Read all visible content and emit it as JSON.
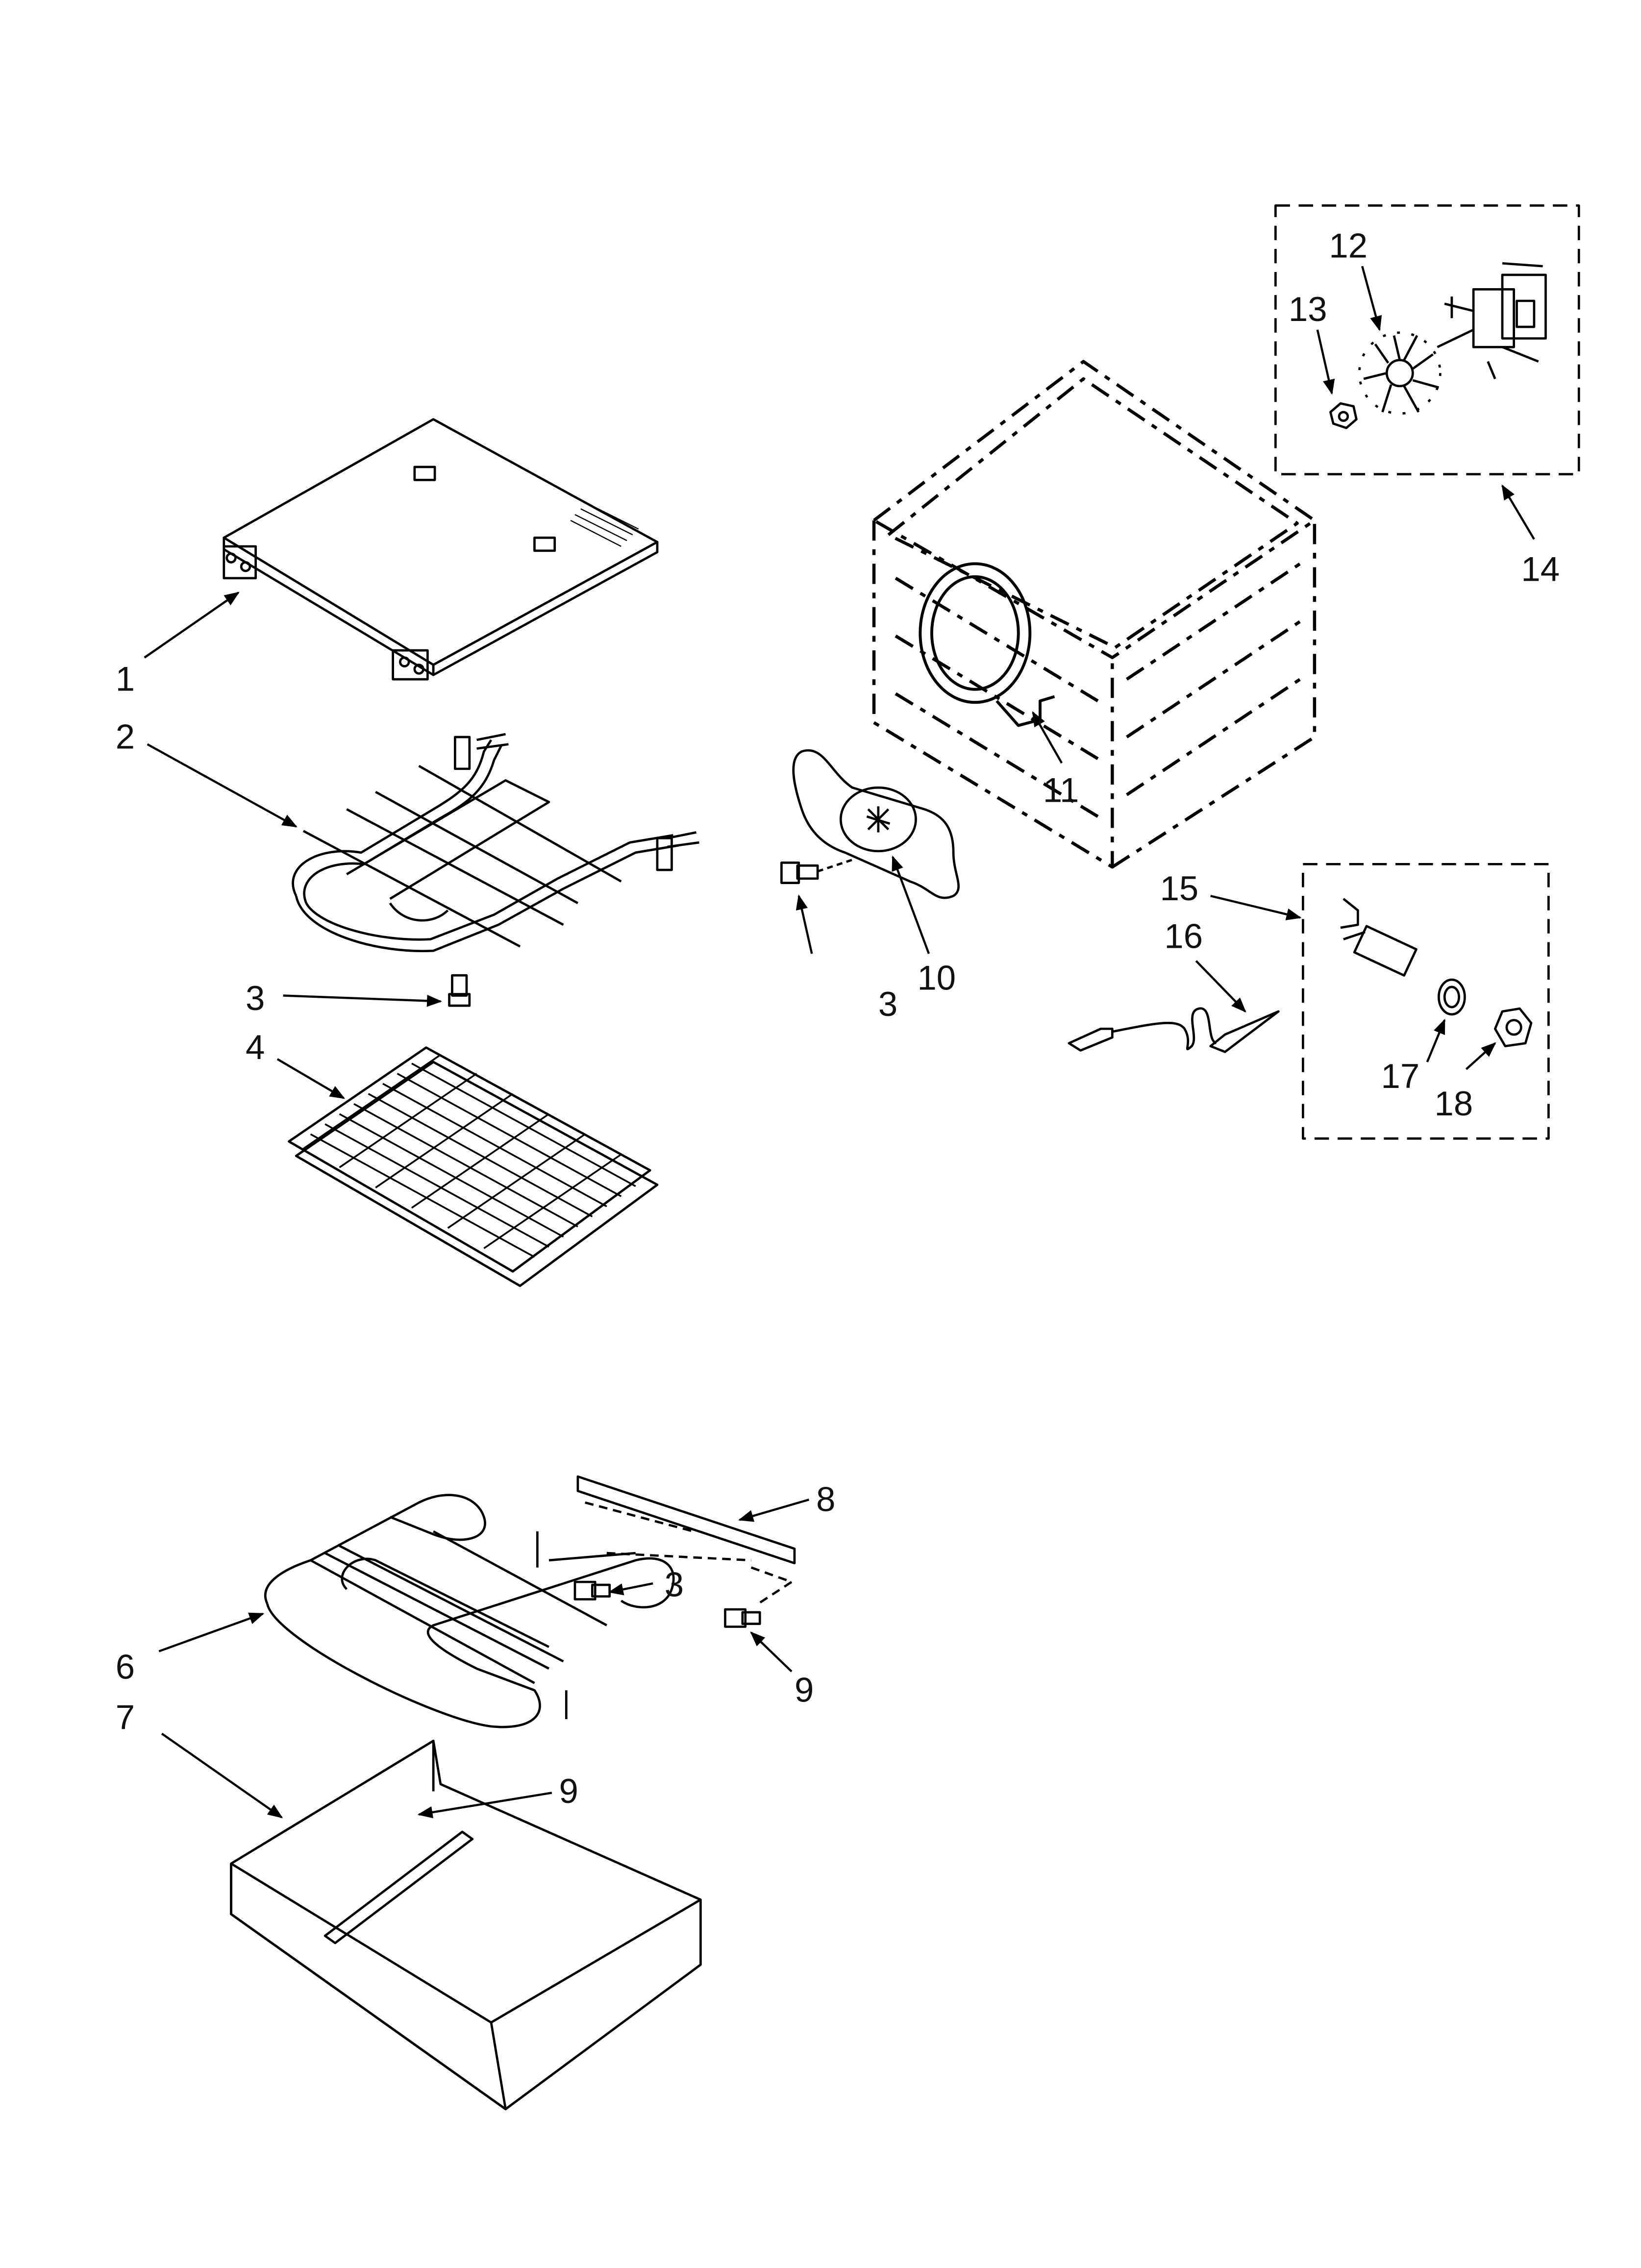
{
  "diagram": {
    "callouts": [
      "1",
      "2",
      "3",
      "4",
      "6",
      "7",
      "8",
      "3",
      "9",
      "9",
      "3",
      "10",
      "11",
      "12",
      "13",
      "14",
      "15",
      "16",
      "17",
      "18"
    ]
  }
}
